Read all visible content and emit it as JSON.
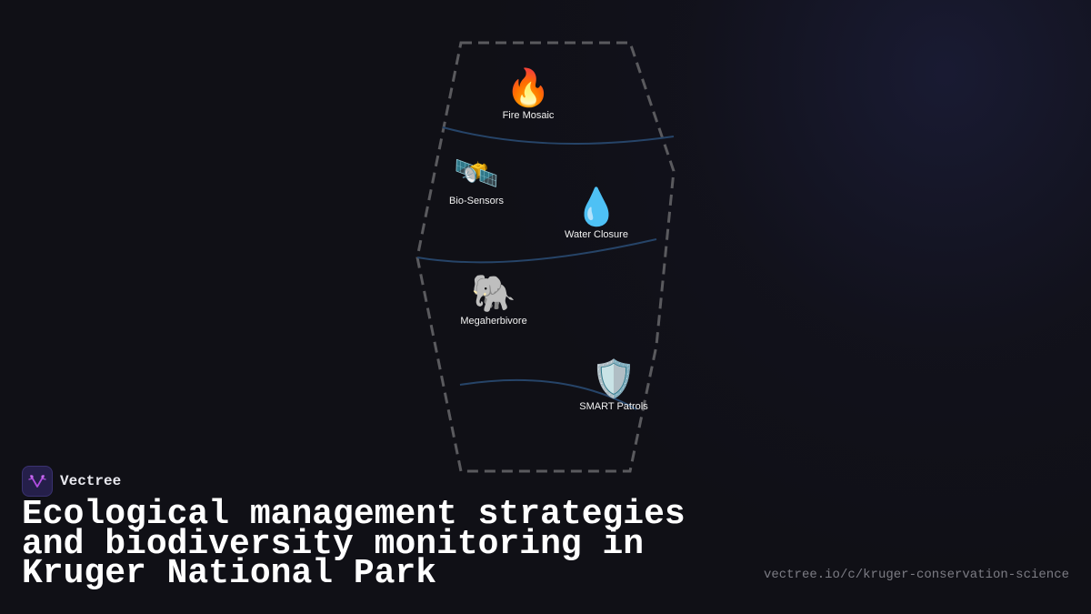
{
  "brand": {
    "name": "Vectree",
    "logo_icon": "vectree-branch-logo-icon",
    "logo_color": "#b04de0",
    "logo_bg": "#251f4a"
  },
  "title": "Ecological management strategies and biodiversity monitoring in Kruger National Park",
  "url": "vectree.io/c/kruger-conservation-science",
  "diagram": {
    "outline_color": "#5a5a5e",
    "divider_color": "#2a4a72",
    "nodes": [
      {
        "id": "fire",
        "icon": "fire-icon",
        "emoji": "🔥",
        "label": "Fire Mosaic"
      },
      {
        "id": "sensors",
        "icon": "satellite-icon",
        "emoji": "🛰️",
        "label": "Bio-Sensors"
      },
      {
        "id": "water",
        "icon": "water-drop-icon",
        "emoji": "💧",
        "label": "Water Closure"
      },
      {
        "id": "elephant",
        "icon": "elephant-icon",
        "emoji": "🐘",
        "label": "Megaherbivore"
      },
      {
        "id": "patrols",
        "icon": "shield-icon",
        "emoji": "🛡️",
        "label": "SMART Patrols"
      }
    ]
  }
}
